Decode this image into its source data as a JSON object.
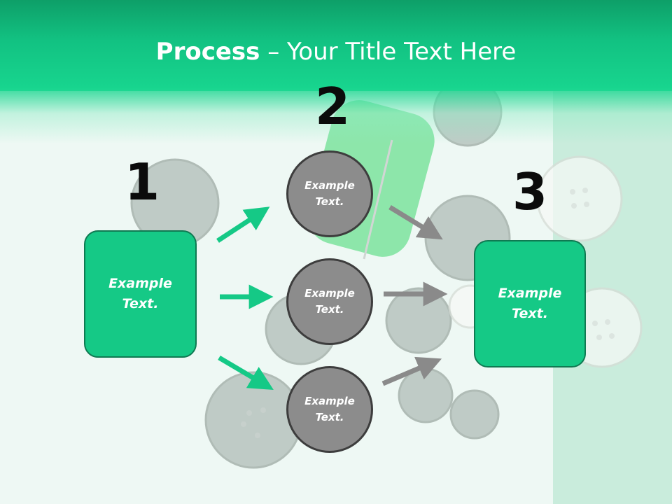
{
  "slide": {
    "title_bold": "Process",
    "title_sep": " – ",
    "title_rest": "Your Title Text Here"
  },
  "steps": [
    {
      "number": "1",
      "label": "Example\nText."
    },
    {
      "number": "2",
      "items": [
        "Example\nText.",
        "Example\nText.",
        "Example\nText."
      ]
    },
    {
      "number": "3",
      "label": "Example\nText."
    }
  ],
  "colors": {
    "accent_green": "#15c986",
    "arrow_gray": "#8a8a8a",
    "circle_gray": "#8c8c8c"
  }
}
